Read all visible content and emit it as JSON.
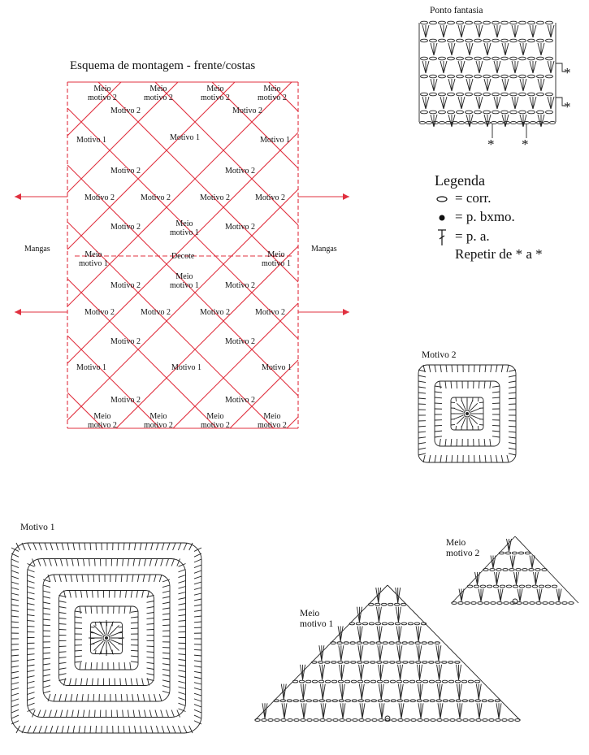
{
  "assembly": {
    "title": "Esquema de montagem - frente/costas",
    "line_color": "#e0303f",
    "sleeves_left": "Mangas",
    "sleeves_right": "Mangas",
    "neckline": "Decote",
    "labels": {
      "meio_motivo_2": [
        "Meio",
        "motivo 2"
      ],
      "motivo_2": "Motivo 2",
      "motivo_1": "Motivo 1",
      "meio_motivo_1": [
        "Meio",
        "motivo 1"
      ]
    }
  },
  "fantasy_stitch": {
    "title": "Ponto fantasia",
    "repeat_marks": [
      "*",
      "*",
      "*",
      "*"
    ]
  },
  "legend": {
    "title": "Legenda",
    "items": [
      {
        "symbol": "chain",
        "text": "= corr."
      },
      {
        "symbol": "slip-stitch",
        "text": "= p. bxmo."
      },
      {
        "symbol": "double-crochet",
        "text": "= p. a."
      }
    ],
    "repeat_note": "Repetir de * a *"
  },
  "charts": {
    "motivo_2_title": "Motivo 2",
    "motivo_1_title": "Motivo 1",
    "meio_motivo_2_title": [
      "Meio",
      "motivo 2"
    ],
    "meio_motivo_1_title": [
      "Meio",
      "motivo 1"
    ]
  }
}
